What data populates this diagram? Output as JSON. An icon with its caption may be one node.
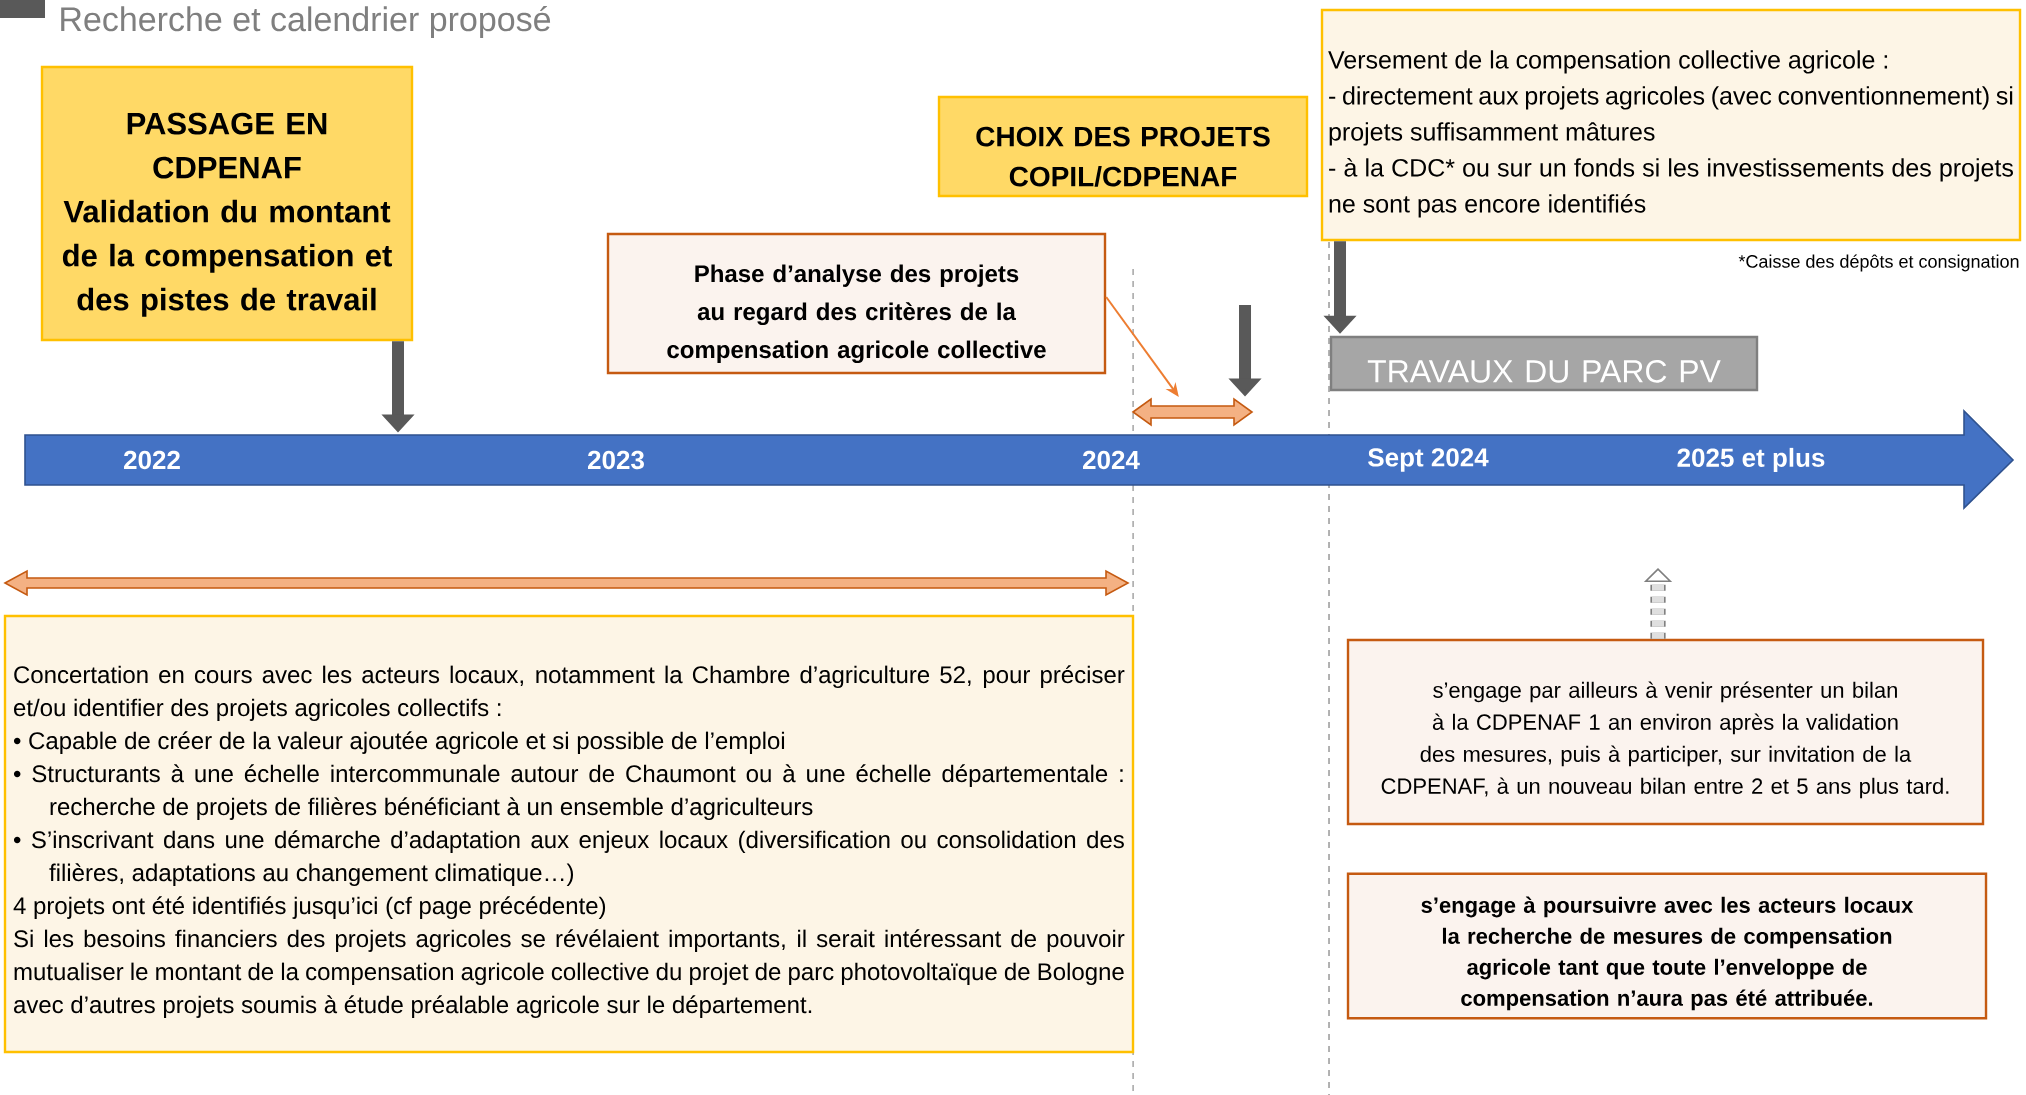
{
  "diagram": {
    "title": "Recherche et calendrier proposé",
    "nodes": [
      {
        "text": [
          "PASSAGE EN CDPENAF",
          "Validation du montant de la compensation et des pistes de travail"
        ]
      },
      {
        "text": [
          "CHOIX DES PROJETS COPIL/CDPENAF"
        ]
      },
      {
        "text": [
          "Versement de la compensation collective agricole :",
          "- directement aux projets agricoles (avec conventionnement) si projets suffisamment mâtures",
          "- à la CDC* ou sur un fonds si les investissements des projets ne sont pas encore identifiés"
        ],
        "beside": [
          "*Caisse des dépôts et consignation"
        ]
      },
      {
        "text": [
          "Phase d’analyse des projets au regard des critères de la compensation agricole collective"
        ]
      },
      {
        "text": [
          "TRAVAUX DU PARC PV"
        ]
      },
      {
        "text": [],
        "shape": "arrow"
      },
      {
        "text": [
          "2022",
          "2023",
          "2024",
          "Sept 2024",
          "2025 et plus"
        ]
      },
      {
        "text": [
          "Concertation en cours avec les acteurs locaux, notamment la Chambre d’agriculture 52, pour préciser et/ou identifier des projets agricoles collectifs :",
          "• Capable de créer de la valeur ajoutée agricole et si possible de l’emploi",
          "• Structurants à une échelle intercommunale autour de Chaumont ou à une échelle départementale : recherche de projets de filières bénéficiant à un ensemble d’agriculteurs",
          "• S’inscrivant dans une démarche d’adaptation aux enjeux locaux (diversification ou consolidation des filières, adaptations au changement climatique…)",
          "4 projets ont été identifiés jusqu’ici (cf page précédente)",
          "Si les besoins financiers des projets agricoles se révélaient importants, il serait intéressant de pouvoir mutualiser le montant de la compensation agricole collective du projet de parc photovoltaïque de Bologne avec d’autres projets soumis à étude préalable agricole sur le département."
        ]
      },
      {
        "text": [
          "s’engage par ailleurs à venir présenter un bilan à la CDPENAF 1 an environ après la validation des mesures, puis à participer, sur invitation de la CDPENAF, à un nouveau bilan entre 2 et 5 ans plus tard."
        ]
      },
      {
        "text": [],
        "shape": "arrow"
      },
      {
        "text": [
          "s’engage à poursuivre avec les acteurs locaux la recherche de mesures de compensation agricole tant que toute l’enveloppe de compensation n’aura pas été attribuée."
        ]
      }
    ],
    "edges": [
      {
        "from": 0,
        "to": 6,
        "arrow": "to"
      },
      {
        "from": 3,
        "to": 5,
        "arrow": "to",
        "color": "#ed7d31"
      },
      {
        "from": null,
        "to": 5,
        "arrow": "to"
      },
      {
        "from": 2,
        "to": 4,
        "arrow": "to"
      },
      {
        "from": 8,
        "to": null,
        "arrow": "to",
        "style": "dashed"
      }
    ]
  }
}
